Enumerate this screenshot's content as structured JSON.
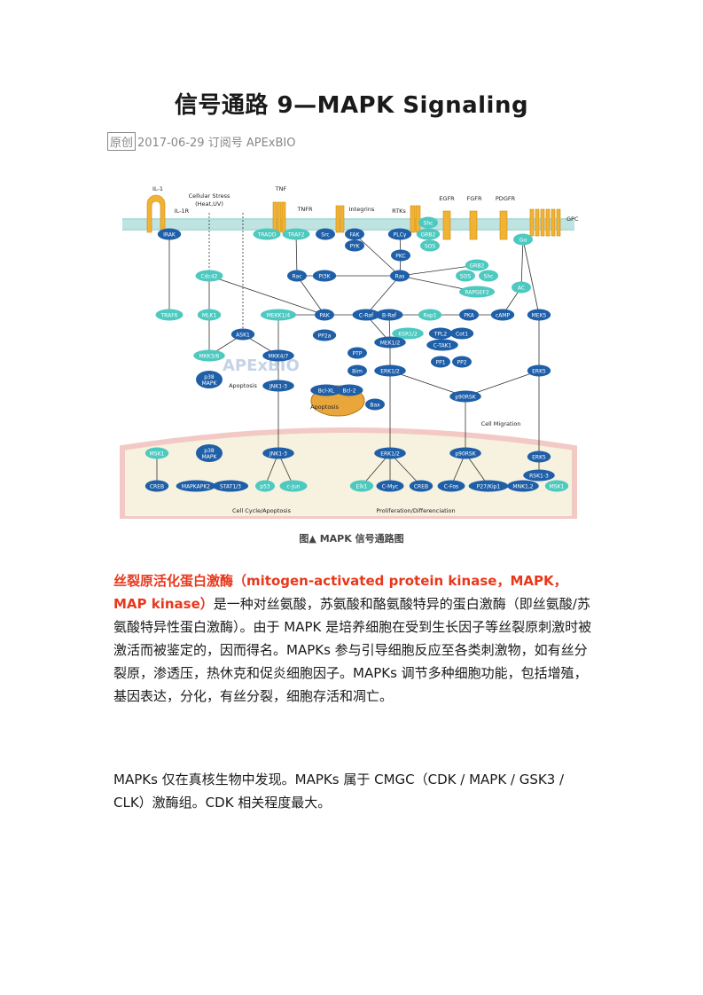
{
  "title": "信号通路 9—MAPK Signaling",
  "meta": {
    "tag": "原创",
    "date": "2017-06-29",
    "publisher": "订阅号 APExBIO"
  },
  "figure": {
    "caption": "图▲ MAPK 信号通路图",
    "watermark": "APExBIO",
    "receptors": {
      "il1": "IL-1",
      "il1r": "IL-1R",
      "stress": "Cellular Stress",
      "stress2": "(Heat,UV)",
      "tnf": "TNF",
      "tnfr": "TNFR",
      "integrins": "Integrins",
      "rtks": "RTKs",
      "egfr": "EGFR",
      "fgfr": "FGFR",
      "pdgfr": "PDGFR",
      "gpcr": "GPCR"
    },
    "nodes": {
      "irak": "IRAK",
      "tradd": "TRADD",
      "traf2": "TRAF2",
      "src": "Src",
      "fak": "FAK",
      "pyk": "PYK",
      "plcy": "PLCγ",
      "grb2a": "GRB2",
      "shc1": "Shc",
      "sos1": "SOS",
      "pkc": "PKC",
      "ga": "Gα",
      "grb2b": "GRB2",
      "sos2": "SOS",
      "shc2": "Shc",
      "cdc42": "Cdc42",
      "rac": "Rac",
      "pi3k": "PI3K",
      "ras": "Ras",
      "rapgef2": "RAPGEF2",
      "ac": "AC",
      "traf6": "TRAF6",
      "mlk1": "MLK1",
      "mekk14": "MEKK1/4",
      "pak": "PAK",
      "craf": "C-Raf",
      "braf": "B-Raf",
      "rap1": "Rap1",
      "pka": "PKA",
      "camp": "cAMP",
      "mek5": "MEK5",
      "ask1": "ASK1",
      "pp2a": "PP2a",
      "ksr12": "KSR1/2",
      "tpl2": "TPL2",
      "cot1": "Cot1",
      "ctak1": "C-TAK1",
      "mek12": "MEK1/2",
      "mkk36": "MKK3/6",
      "mkk47": "MKK4/7",
      "ptp": "PTP",
      "pp1": "PP1",
      "pp2": "PP2",
      "erk5a": "ERK5",
      "p38a": "p38",
      "p38b": "MAPK",
      "apop1": "Apoptosis",
      "jnk13": "JNK1-3",
      "bim": "Bim",
      "erk12": "ERK1/2",
      "bclxl": "Bcl-XL",
      "bcl2": "Bcl-2",
      "bax": "Bax",
      "apop2": "Apoptosis",
      "p90rsk": "p90RSK",
      "cellmig": "Cell Migration",
      "msk1a": "MSK1",
      "np38a": "p38",
      "np38b": "MAPK",
      "njnk": "JNK1-3",
      "nerk12": "ERK1/2",
      "np90rsk": "p90RSK",
      "nerk5": "ERK5",
      "creb1": "CREB",
      "mapkapk2": "MAPKAPK2",
      "stat13": "STAT1/3",
      "p53": "p53",
      "cjun": "c-Jun",
      "elk1": "Elk1",
      "cmyc": "C-Myc",
      "creb2": "CREB",
      "cfos": "C-Fos",
      "p27": "P27/Kip1",
      "rsk13": "RSK1-3",
      "mnk12": "MNK1,2",
      "msk1b": "MSK1",
      "cellcycle": "Cell Cycle/Apoptosis",
      "prolif": "Proliferation/Differenciation"
    }
  },
  "para1": {
    "highlight": "丝裂原活化蛋白激酶（mitogen-activated protein kinase，MAPK，MAP kinase）",
    "body": "是一种对丝氨酸，苏氨酸和酪氨酸特异的蛋白激酶（即丝氨酸/苏氨酸特异性蛋白激酶）。由于 MAPK 是培养细胞在受到生长因子等丝裂原刺激时被激活而被鉴定的，因而得名。MAPKs 参与引导细胞反应至各类刺激物，如有丝分裂原，渗透压，热休克和促炎细胞因子。MAPKs 调节多种细胞功能，包括增殖，基因表达，分化，有丝分裂，细胞存活和凋亡。"
  },
  "para2": "MAPKs 仅在真核生物中发现。MAPKs 属于 CMGC（CDK / MAPK / GSK3 / CLK）激酶组。CDK 相关程度最大。",
  "colors": {
    "dark_node": "#1f5fa8",
    "light_node": "#4ec9c0",
    "membrane": "#bfe3e0",
    "nucleus": "#f6f2df",
    "nucleus_border": "#f3c9c6",
    "highlight": "#e8381c"
  }
}
